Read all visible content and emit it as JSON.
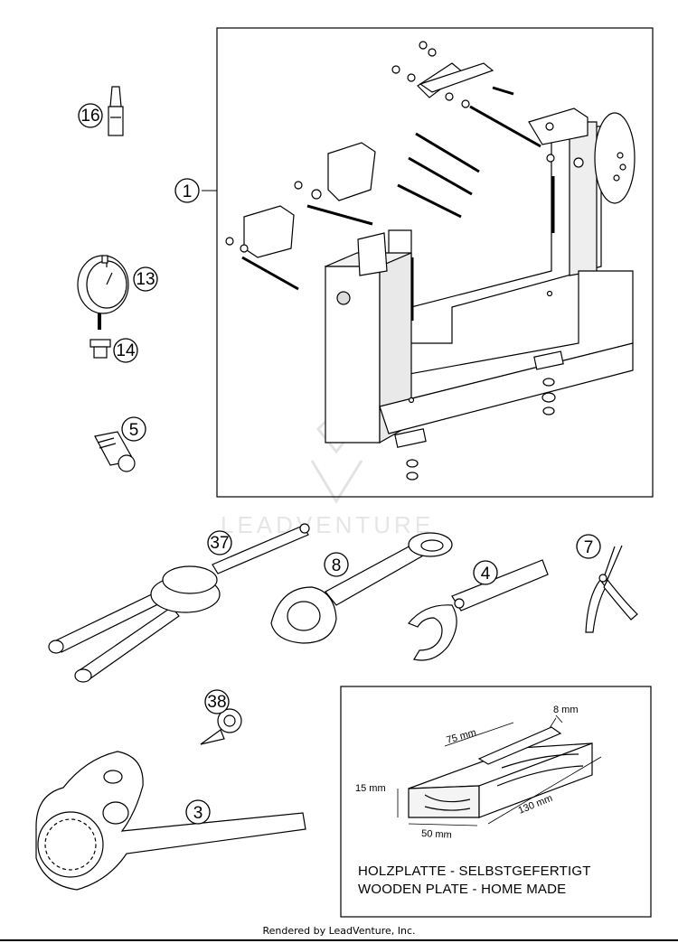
{
  "callouts": {
    "c1": "1",
    "c3": "3",
    "c4": "4",
    "c5": "5",
    "c7": "7",
    "c8": "8",
    "c13": "13",
    "c14": "14",
    "c16": "16",
    "c37": "37",
    "c38": "38"
  },
  "wooden_plate": {
    "dim_width": "8 mm",
    "dim_length_top": "75 mm",
    "dim_height": "15 mm",
    "dim_length": "130 mm",
    "dim_depth": "50 mm",
    "note_de": "HOLZPLATTE - SELBSTGEFERTIGT",
    "note_en": "WOODEN PLATE - HOME MADE"
  },
  "watermark": "LEADVENTURE",
  "footer": "Rendered by LeadVenture, Inc.",
  "colors": {
    "line": "#000000",
    "fill": "#ffffff",
    "metal": "#c8c8c8",
    "watermark": "#e6e6e6"
  }
}
